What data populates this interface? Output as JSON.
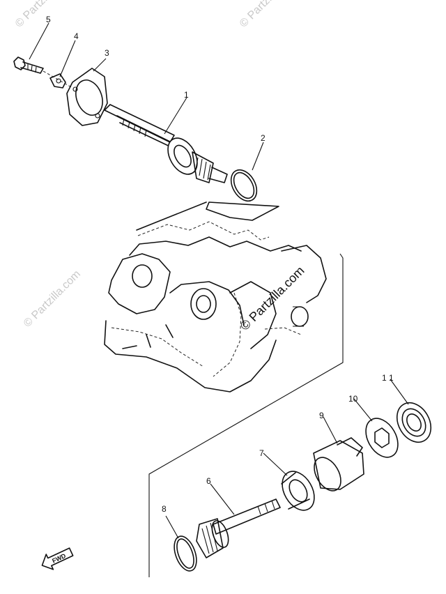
{
  "watermark": {
    "text": "© Partzilla.com"
  },
  "callouts": [
    {
      "id": "1",
      "label": "1"
    },
    {
      "id": "2",
      "label": "2"
    },
    {
      "id": "3",
      "label": "3"
    },
    {
      "id": "4",
      "label": "4"
    },
    {
      "id": "5",
      "label": "5"
    },
    {
      "id": "6",
      "label": "6"
    },
    {
      "id": "7",
      "label": "7"
    },
    {
      "id": "8",
      "label": "8"
    },
    {
      "id": "9",
      "label": "9"
    },
    {
      "id": "10",
      "label": "10"
    },
    {
      "id": "11",
      "label": "1 1"
    }
  ],
  "fwd_label": "FWD"
}
